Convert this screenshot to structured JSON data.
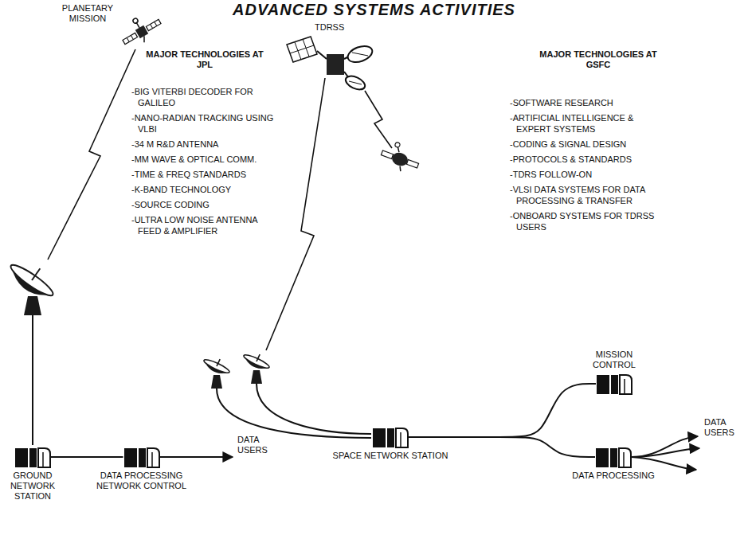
{
  "diagram": {
    "title": "ADVANCED SYSTEMS ACTIVITIES",
    "nodes": [
      {
        "text": [
          "GROUND NETWORK STATION"
        ]
      },
      {
        "text": [
          "DATA PROCESSING NETWORK CONTROL"
        ]
      },
      {
        "text": [
          "SPACE NETWORK STATION"
        ]
      },
      {
        "text": [
          "MISSION CONTROL"
        ]
      },
      {
        "text": [
          "DATA PROCESSING"
        ]
      }
    ],
    "edges": [
      {
        "from": 0,
        "to": 1,
        "arrow": "none"
      },
      {
        "from": 2,
        "to": 3,
        "arrow": "none"
      },
      {
        "from": 2,
        "to": 4,
        "arrow": "none"
      }
    ],
    "labels": [
      "PLANETARY MISSION",
      "TDRSS",
      "MAJOR TECHNOLOGIES AT JPL",
      "-BIG VITERBI DECODER FOR GALILEO",
      "-NANO-RADIAN TRACKING USING VLBI",
      "-34 M R&D ANTENNA",
      "-MM WAVE & OPTICAL COMM.",
      "-TIME & FREQ STANDARDS",
      "-K-BAND TECHNOLOGY",
      "-SOURCE CODING",
      "-ULTRA LOW NOISE ANTENNA FEED & AMPLIFIER",
      "MAJOR TECHNOLOGIES AT GSFC",
      "-SOFTWARE RESEARCH",
      "-ARTIFICIAL INTELLIGENCE & EXPERT SYSTEMS",
      "-CODING & SIGNAL DESIGN",
      "-PROTOCOLS & STANDARDS",
      "-TDRS FOLLOW-ON",
      "-VLSI DATA SYSTEMS FOR DATA PROCESSING & TRANSFER",
      "-ONBOARD SYSTEMS FOR TDRSS USERS",
      "DATA USERS",
      "DATA USERS"
    ]
  }
}
